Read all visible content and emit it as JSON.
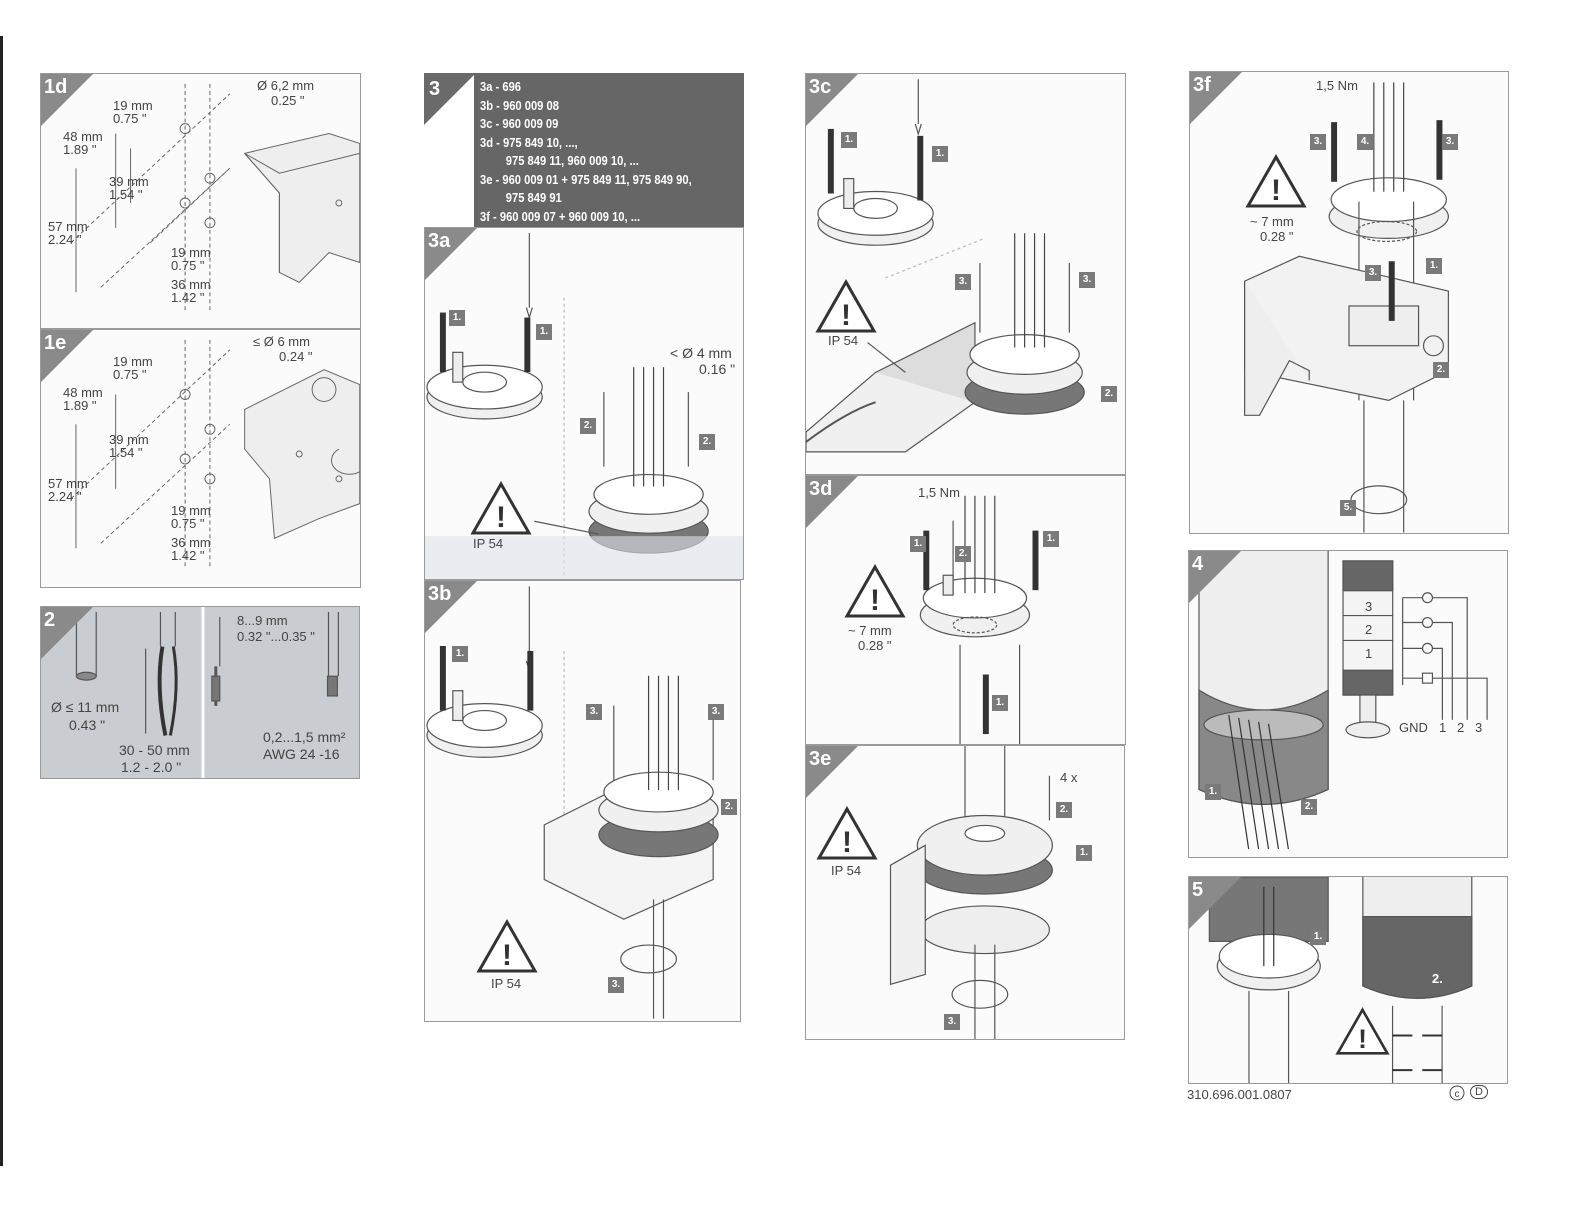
{
  "panels": {
    "p1d": {
      "id": "1d",
      "dims": {
        "d62": "Ø 6,2 mm",
        "d62i": "0.25 \"",
        "w19": "19 mm",
        "w19i": "0.75 \"",
        "h48": "48 mm",
        "h48i": "1.89 \"",
        "h39": "39 mm",
        "h39i": "1.54 \"",
        "h57": "57 mm",
        "h57i": "2.24 \"",
        "b19": "19 mm",
        "b19i": "0.75 \"",
        "b36": "36 mm",
        "b36i": "1.42 \""
      }
    },
    "p1e": {
      "id": "1e",
      "dims": {
        "d6": "≤ Ø 6 mm",
        "d6i": "0.24 \"",
        "w19": "19 mm",
        "w19i": "0.75 \"",
        "h48": "48 mm",
        "h48i": "1.89 \"",
        "h39": "39 mm",
        "h39i": "1.54 \"",
        "h57": "57 mm",
        "h57i": "2.24 \"",
        "b19": "19 mm",
        "b19i": "0.75 \"",
        "b36": "36 mm",
        "b36i": "1.42 \""
      }
    },
    "p2": {
      "id": "2",
      "dims": {
        "d11": "Ø ≤ 11 mm",
        "d11i": "0.43 \"",
        "len": "30 - 50 mm",
        "leni": "1.2 - 2.0 \"",
        "strip": "8...9 mm",
        "stripi": "0.32 \"...0.35 \"",
        "cross": "0,2...1,5 mm²",
        "awg": "AWG 24 -16"
      }
    },
    "p3": {
      "id": "3",
      "orders": [
        "3a - 696",
        "3b - 960 009 08",
        "3c - 960 009 09",
        "3d - 975 849 10, ...,",
        "975 849 11, 960 009 10, ...",
        "3e - 960 009 01 + 975 849 11, 975 849 90,",
        "975 849 91",
        "3f - 960 009 07 + 960 009 10, ..."
      ]
    },
    "p3a": {
      "id": "3a",
      "hole": "< Ø 4 mm",
      "holei": "0.16 \"",
      "ip": "IP 54"
    },
    "p3b": {
      "id": "3b",
      "ip": "IP 54"
    },
    "p3c": {
      "id": "3c",
      "ip": "IP 54"
    },
    "p3d": {
      "id": "3d",
      "torque": "1,5 Nm",
      "gap": "~ 7 mm",
      "gapi": "0.28 \""
    },
    "p3e": {
      "id": "3e",
      "count": "4 x",
      "ip": "IP 54"
    },
    "p3f": {
      "id": "3f",
      "torque": "1,5 Nm",
      "gap": "~ 7 mm",
      "gapi": "0.28 \""
    },
    "p4": {
      "id": "4",
      "tiers": [
        "3",
        "2",
        "1"
      ],
      "terminals": [
        "GND",
        "1",
        "2",
        "3"
      ]
    },
    "p5": {
      "id": "5"
    }
  },
  "steps": {
    "s1": "1.",
    "s2": "2.",
    "s3": "3.",
    "s4": "4.",
    "s5": "5."
  },
  "footer": {
    "code": "310.696.001.0807",
    "mark": "D"
  }
}
